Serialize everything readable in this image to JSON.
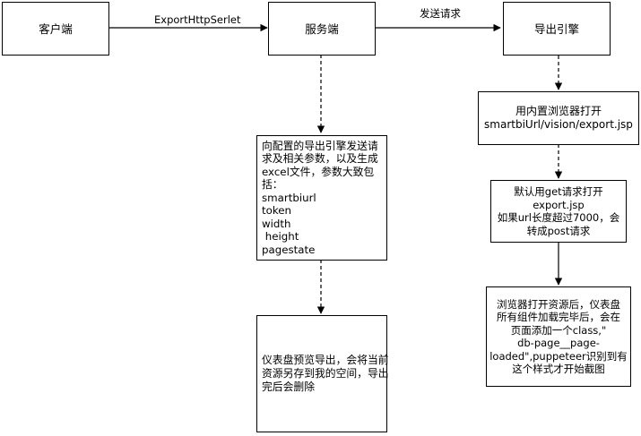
{
  "nodes": {
    "client": {
      "label": "客户端"
    },
    "server": {
      "label": "服务端"
    },
    "engine": {
      "label": "导出引擎"
    },
    "request_note": {
      "lines": [
        "向配置的导出引擎发送请",
        "求及相关参数，以及生成",
        "excel文件，参数大致包",
        "括：",
        "smartbiurl",
        "token",
        "width",
        " height",
        "pagestate"
      ]
    },
    "browser_open": {
      "lines": [
        "用内置浏览器打开",
        "smartbiUrl/vision/export.jsp"
      ]
    },
    "get_request": {
      "lines": [
        "默认用get请求打开",
        "export.jsp",
        "如果url长度超过7000，会",
        "转成post请求"
      ]
    },
    "screenshot_note": {
      "lines": [
        "浏览器打开资源后，仪表盘",
        "所有组件加载完毕后，会在",
        "页面添加一个class,\"",
        "db-page__page-",
        "loaded\",puppeteer识别到有",
        "这个样式才开始截图"
      ]
    },
    "preview_note": {
      "lines": [
        "仪表盘预览导出，会将当前",
        "资源另存到我的空间，导出",
        "完后会删除"
      ]
    }
  },
  "edges": {
    "client_to_server": {
      "label": "ExportHttpSerlet"
    },
    "server_to_engine": {
      "label": "发送请求"
    }
  }
}
